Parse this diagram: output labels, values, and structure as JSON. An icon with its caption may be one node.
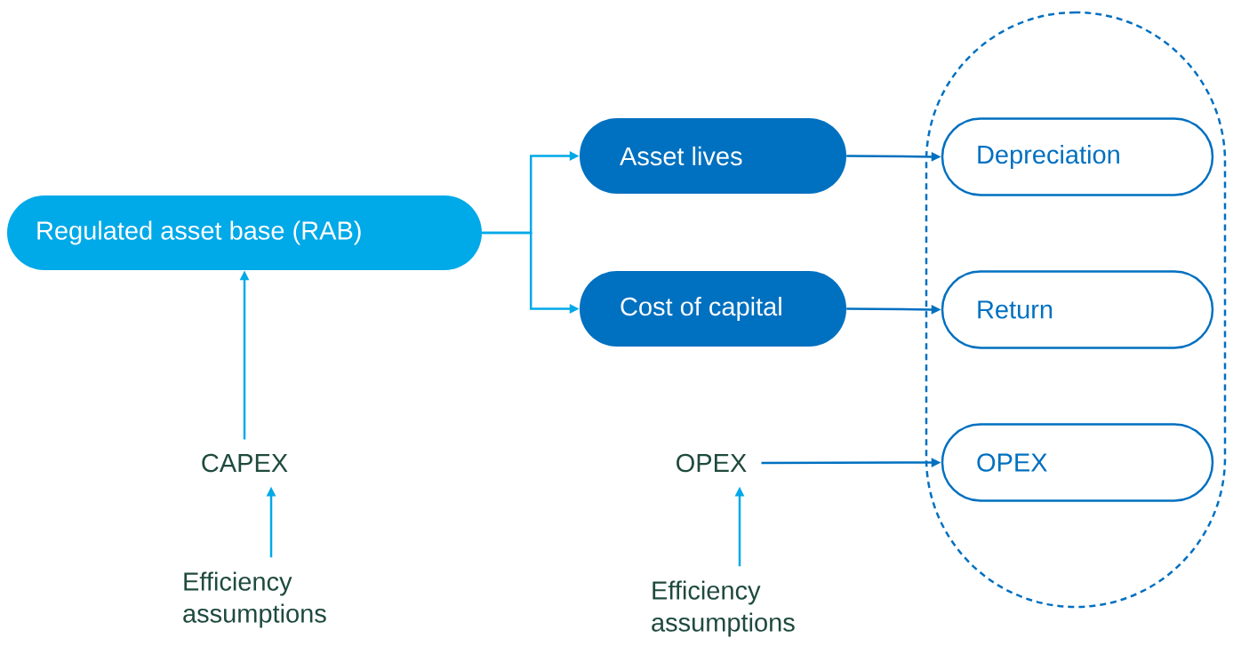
{
  "diagram": {
    "nodes": [
      {
        "text": [
          "Regulated asset base (RAB)"
        ]
      },
      {
        "text": [
          "Asset lives"
        ]
      },
      {
        "text": [
          "Cost of capital"
        ]
      },
      {
        "text": [],
        "shape": "oval"
      },
      {
        "text": [
          "Depreciation"
        ],
        "in": 3
      },
      {
        "text": [
          "Return"
        ],
        "in": 3
      },
      {
        "text": [
          "OPEX"
        ],
        "in": 3
      },
      {
        "text": [
          "CAPEX"
        ]
      },
      {
        "text": [
          "OPEX"
        ]
      },
      {
        "text": [
          "Efficiency assumptions"
        ]
      },
      {
        "text": [
          "Efficiency assumptions"
        ]
      }
    ],
    "edges": [
      {
        "from": 0,
        "to": 1,
        "arrow": "to"
      },
      {
        "from": 0,
        "to": 2,
        "arrow": "to"
      },
      {
        "from": 1,
        "to": 4,
        "arrow": "to",
        "color": "#0070c0"
      },
      {
        "from": 2,
        "to": 5,
        "arrow": "to",
        "color": "#0070c0"
      },
      {
        "from": 7,
        "to": 0,
        "arrow": "to"
      },
      {
        "from": 8,
        "to": 6,
        "arrow": "to",
        "color": "#0070c0"
      },
      {
        "from": 9,
        "to": 7,
        "arrow": "to"
      },
      {
        "from": 10,
        "to": 8,
        "arrow": "to"
      }
    ]
  }
}
